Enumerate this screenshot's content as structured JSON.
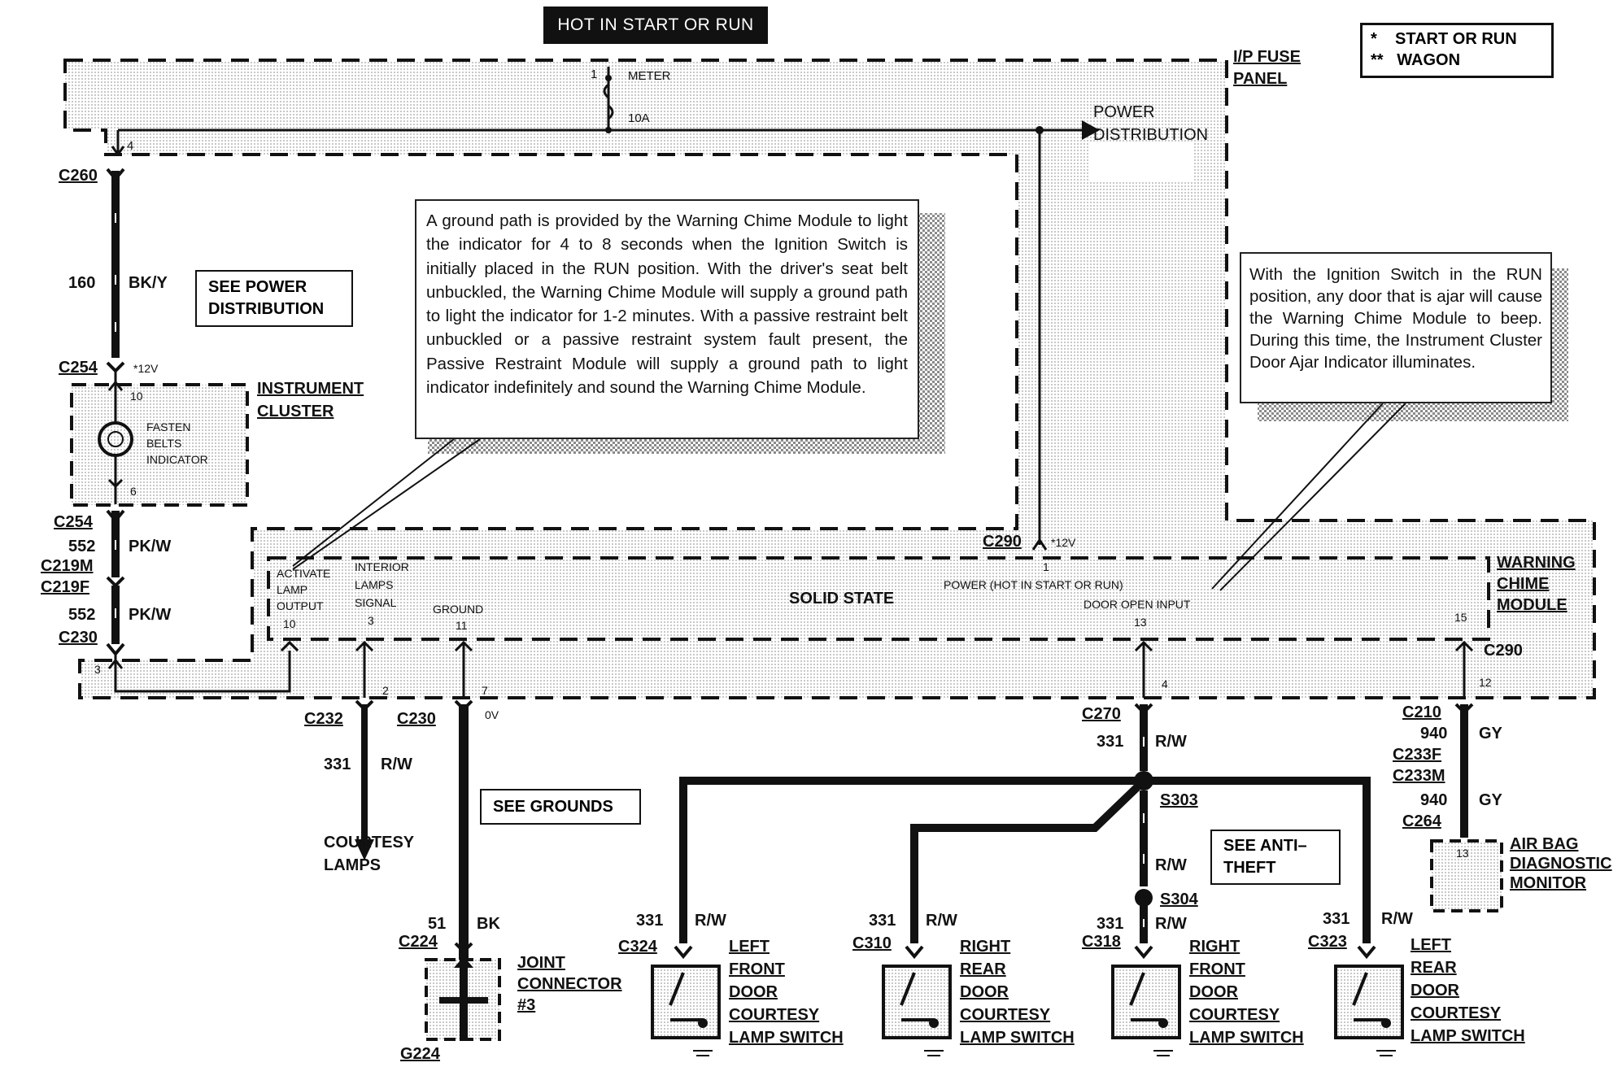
{
  "header": "HOT IN START OR RUN",
  "legend": [
    {
      "mark": "*",
      "text": "START OR RUN"
    },
    {
      "mark": "**",
      "text": "WAGON"
    }
  ],
  "fuse_panel": {
    "label_line1": "I/P FUSE",
    "label_line2": "PANEL"
  },
  "fuse": {
    "pin": "1",
    "name": "METER",
    "rating": "10A"
  },
  "power_distribution": {
    "line1": "POWER",
    "line2": "DISTRIBUTION"
  },
  "notes": {
    "seat_belt": "A ground path is provided by the Warning Chime Module to light the indicator for 4 to 8 seconds when the Ignition Switch is initially placed in the RUN position. With the driver's seat belt unbuckled, the Warning Chime Module will supply a ground path to light the indicator for 1-2 minutes. With a passive restraint belt unbuckled or a passive restraint system fault present, the Passive Restraint Module will supply a ground path to light indicator indefinitely and sound the Warning Chime Module.",
    "door_ajar": "With the Ignition Switch in the RUN position, any door that is ajar will cause the Warning Chime Module to beep. During this time, the Instrument Cluster Door Ajar Indicator illuminates."
  },
  "see_boxes": {
    "power_dist_1": "SEE POWER",
    "power_dist_2": "DISTRIBUTION",
    "grounds": "SEE GROUNDS",
    "anti_theft_1": "SEE ANTI–",
    "anti_theft_2": "THEFT"
  },
  "left_branch": {
    "fuse_pin": "4",
    "c260": "C260",
    "wire_num": "160",
    "wire_color": "BK/Y",
    "c254_top": "C254",
    "v12": "*12V",
    "cluster_pin_top": "10",
    "cluster_pin_bottom": "6",
    "cluster_label_1": "INSTRUMENT",
    "cluster_label_2": "CLUSTER",
    "indicator_1": "FASTEN",
    "indicator_2": "BELTS",
    "indicator_3": "INDICATOR",
    "c254_bottom": "C254",
    "wire2_num": "552",
    "wire2_color": "PK/W",
    "c219m": "C219M",
    "c219f": "C219F",
    "wire3_num": "552",
    "wire3_color": "PK/W",
    "c230": "C230",
    "c230_pin": "3"
  },
  "module": {
    "label_1": "WARNING",
    "label_2": "CHIME",
    "label_3": "MODULE",
    "solid_state": "SOLID STATE",
    "activate_1": "ACTIVATE",
    "activate_2": "LAMP",
    "activate_3": "OUTPUT",
    "activate_pin": "10",
    "interior_1": "INTERIOR",
    "interior_2": "LAMPS",
    "interior_3": "SIGNAL",
    "interior_pin": "3",
    "ground": "GROUND",
    "ground_pin": "11",
    "power_in": "POWER (HOT IN START OR RUN)",
    "power_pin": "1",
    "door_open": "DOOR OPEN INPUT",
    "door_pin": "13",
    "pin15": "15",
    "c290_top": "C290",
    "c290_v": "*12V",
    "c290_right": "C290"
  },
  "outputs": {
    "c232": "C232",
    "c232_pin": "2",
    "c230": "C230",
    "c230_pin": "7",
    "zero_v": "0V",
    "courtesy_wire_num": "331",
    "courtesy_wire_color": "R/W",
    "courtesy_1": "COURTESY",
    "courtesy_2": "LAMPS",
    "ground_wire_num": "51",
    "ground_wire_color": "BK",
    "c224": "C224",
    "joint_1": "JOINT",
    "joint_2": "CONNECTOR",
    "joint_3": "#3",
    "g224": "G224"
  },
  "door_circuit": {
    "c270": "C270",
    "c270_pin": "4",
    "wire_num": "331",
    "wire_color": "R/W",
    "s303": "S303",
    "wire_b_color": "R/W",
    "s304": "S304",
    "switches": [
      {
        "wire_num": "331",
        "wire_color": "R/W",
        "conn": "C324",
        "l1": "LEFT",
        "l2": "FRONT",
        "l3": "DOOR",
        "l4": "COURTESY",
        "l5": "LAMP SWITCH"
      },
      {
        "wire_num": "331",
        "wire_color": "R/W",
        "conn": "C310",
        "l1": "RIGHT",
        "l2": "REAR",
        "l3": "DOOR",
        "l4": "COURTESY",
        "l5": "LAMP SWITCH"
      },
      {
        "wire_num": "331",
        "wire_color": "R/W",
        "conn": "C318",
        "l1": "RIGHT",
        "l2": "FRONT",
        "l3": "DOOR",
        "l4": "COURTESY",
        "l5": "LAMP SWITCH"
      },
      {
        "wire_num": "331",
        "wire_color": "R/W",
        "conn": "C323",
        "l1": "LEFT",
        "l2": "REAR",
        "l3": "DOOR",
        "l4": "COURTESY",
        "l5": "LAMP SWITCH"
      }
    ]
  },
  "airbag": {
    "c290_pin": "12",
    "c210": "C210",
    "wire_num": "940",
    "wire_color": "GY",
    "c233f": "C233F",
    "c233m": "C233M",
    "wire2_num": "940",
    "wire2_color": "GY",
    "c264": "C264",
    "pin": "13",
    "label_1": "AIR BAG",
    "label_2": "DIAGNOSTIC",
    "label_3": "MONITOR"
  }
}
